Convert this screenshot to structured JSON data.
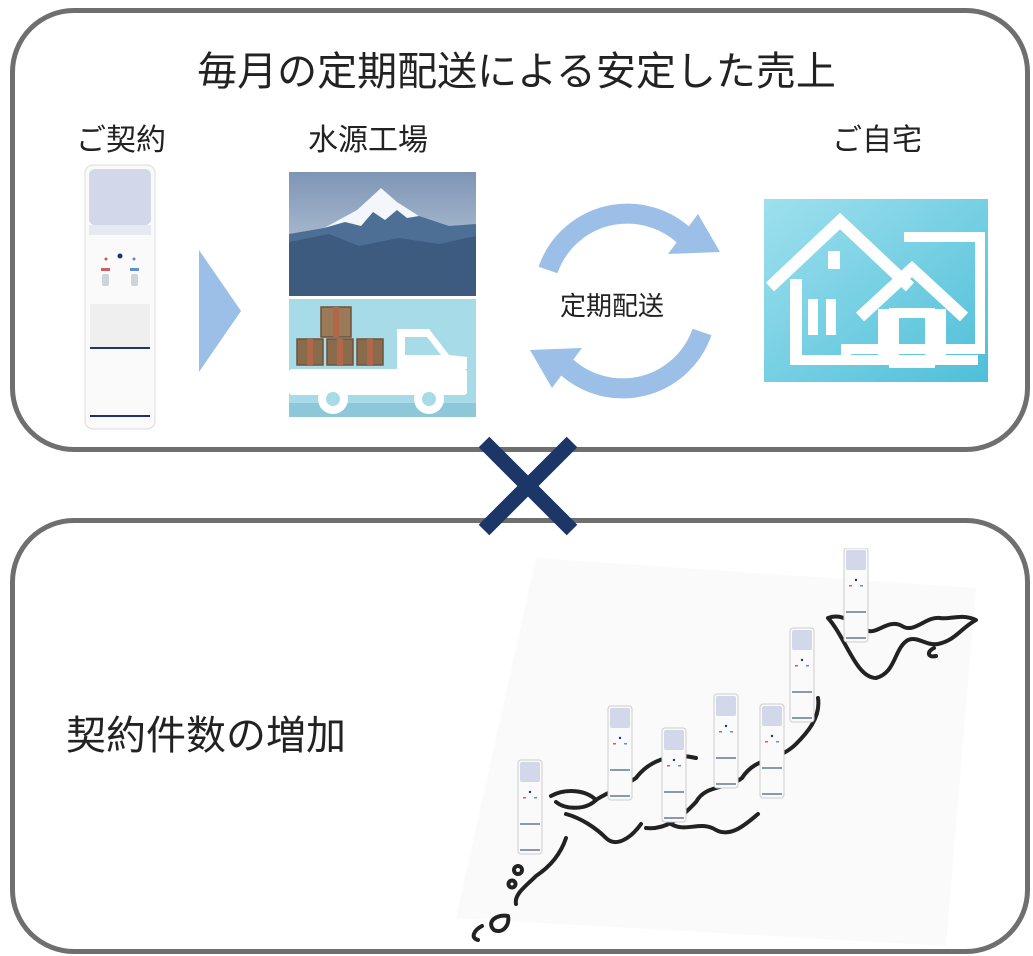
{
  "top": {
    "title": "毎月の定期配送による安定した売上",
    "contract_label": "ご契約",
    "factory_label": "水源工場",
    "home_label": "ご自宅",
    "delivery_label": "定期配送"
  },
  "bottom": {
    "title": "契約件数の増加"
  },
  "icons": [
    "water-server-icon",
    "arrow-right-icon",
    "mountain-icon",
    "delivery-truck-icon",
    "cycle-arrows-icon",
    "house-icon",
    "multiply-icon",
    "japan-map-icon"
  ],
  "colors": {
    "panel_border": "#6f6f6f",
    "arrow": "#9bbfe6",
    "cross": "#1b3667",
    "house_bg": "#6fcfe2",
    "server_top": "#d2d8ea"
  }
}
